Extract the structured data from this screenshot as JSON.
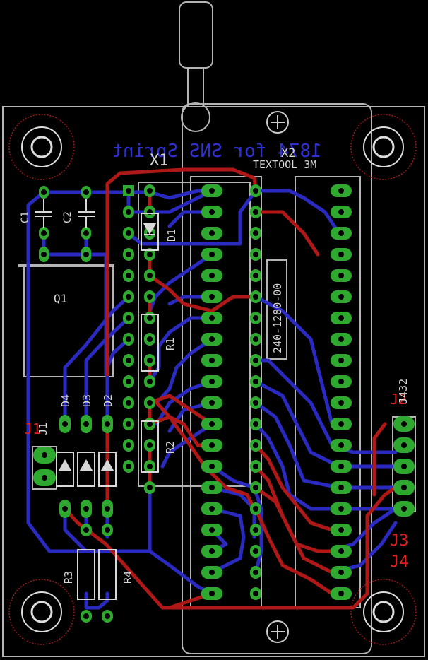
{
  "colors": {
    "background": "#000000",
    "outline": "#b4b4b4",
    "bottom_trace": "#2a2ac0",
    "top_trace": "#b01818",
    "pad": "#2ea82e",
    "hole": "#000000",
    "via": "#b4b4b4",
    "mount_ring": "#a01818",
    "bottom_text": "#3030d0",
    "label_red": "#e02020",
    "silk": "#c8c8c8"
  },
  "labels": {
    "board_title": "1874 for SNS Sprint",
    "x1": "X1",
    "x2": "X2",
    "textool": "TEXTOOL 3M",
    "chip_code": "240-1280-00",
    "q1": "Q1",
    "c1": "C1",
    "c2": "C2",
    "d1": "D1",
    "d2": "D2",
    "d3": "D3",
    "d4": "D4",
    "r1": "R1",
    "r2": "R2",
    "r3": "R3",
    "r4": "R4",
    "j1_silk": "J1",
    "j1_red": "J1",
    "j2_red": "J2",
    "j432_silk": "J432",
    "j3_red": "J3",
    "j4_red": "J4"
  }
}
